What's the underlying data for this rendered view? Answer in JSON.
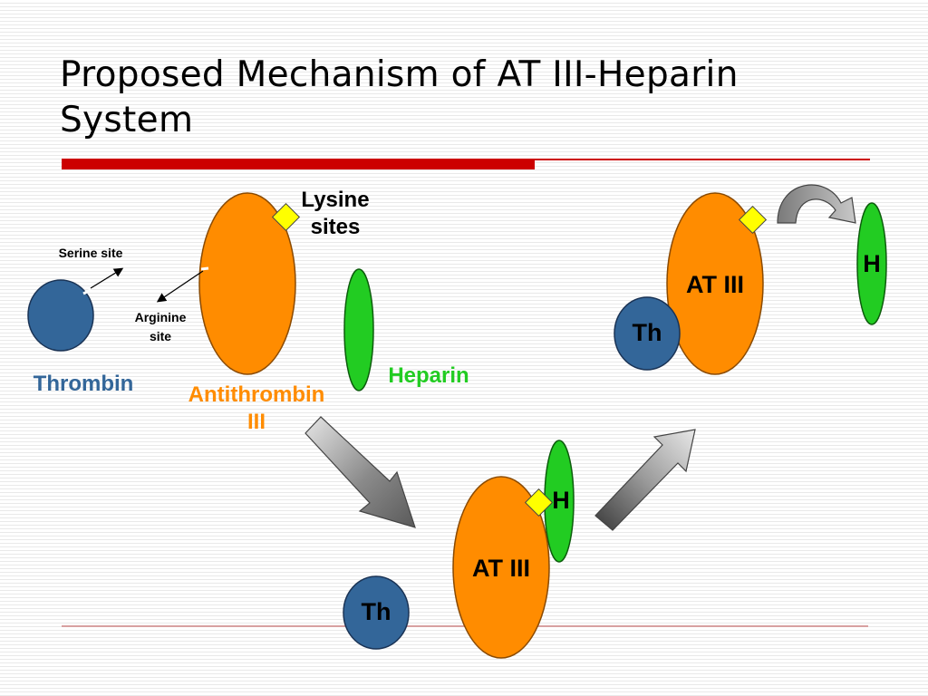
{
  "title": {
    "line1": "Proposed Mechanism of AT III-Heparin",
    "line2": "System"
  },
  "colors": {
    "accent_rule": "#cc0000",
    "thrombin": "#336699",
    "antithrombin": "#ff8c00",
    "heparin": "#22cc22",
    "lysine_site": "#ffff00",
    "arrow": "#808080"
  },
  "labels": {
    "lysine_sites_line1": "Lysine",
    "lysine_sites_line2": "sites",
    "serine_site": "Serine site",
    "arginine_site_line1": "Arginine",
    "arginine_site_line2": "site",
    "thrombin": "Thrombin",
    "antithrombin_line1": "Antithrombin",
    "antithrombin_line2": "III",
    "heparin": "Heparin",
    "at_iii_complex": "AT III",
    "th_complex": "Th",
    "h_complex": "H",
    "at_iii_release": "AT III",
    "th_release": "Th",
    "h_release": "H"
  }
}
